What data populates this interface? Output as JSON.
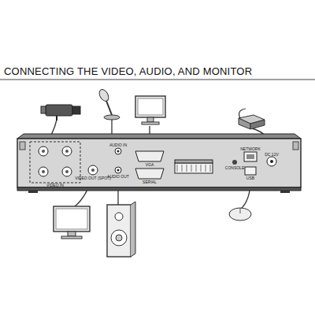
{
  "diagram": {
    "title": "CONNECTING THE VIDEO, AUDIO, AND MONITOR",
    "labels": [
      "VIDEO IN",
      "VIDEO OUT (SPOT)",
      "AUDIO IN",
      "AUDIO OUT",
      "VGA",
      "SERIAL",
      "CONSOLE",
      "NETWORK",
      "USB",
      "DC 12V"
    ]
  }
}
